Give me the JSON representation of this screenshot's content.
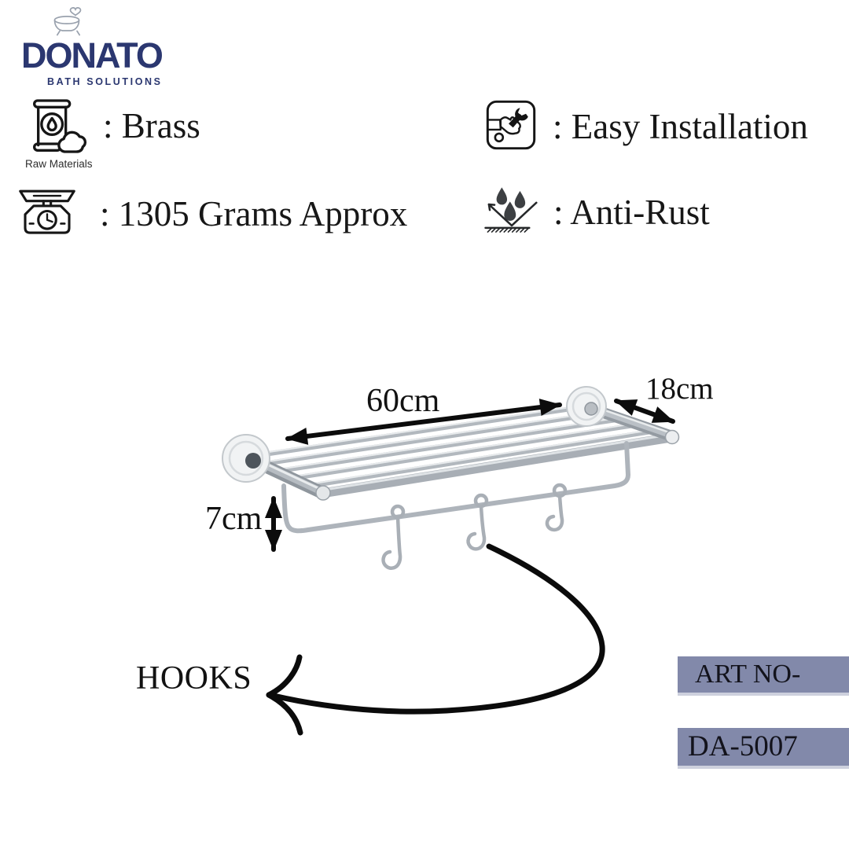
{
  "brand": {
    "name": "DONATO",
    "tagline": "BATH SOLUTIONS",
    "color": "#2b3770"
  },
  "features": {
    "raw_materials": {
      "caption": "Raw Materials",
      "label": ": Brass"
    },
    "weight": {
      "label": ": 1305 Grams Approx"
    },
    "installation": {
      "label": ": Easy Installation"
    },
    "anti_rust": {
      "label": ": Anti-Rust"
    }
  },
  "diagram": {
    "length_label": "60cm",
    "depth_label": "18cm",
    "drop_label": "7cm",
    "hooks_callout": "HOOKS"
  },
  "art": {
    "label": "ART NO-",
    "value": "DA-5007",
    "box_color": "#8289aa"
  },
  "icons": {
    "brand": "bathtub-icon",
    "raw_materials": "raw-materials-icon",
    "weight": "weight-scale-icon",
    "installation": "easy-installation-icon",
    "anti_rust": "anti-rust-icon",
    "dimensions": "double-arrow-icon",
    "hooks_pointer": "curved-arrow-icon"
  }
}
